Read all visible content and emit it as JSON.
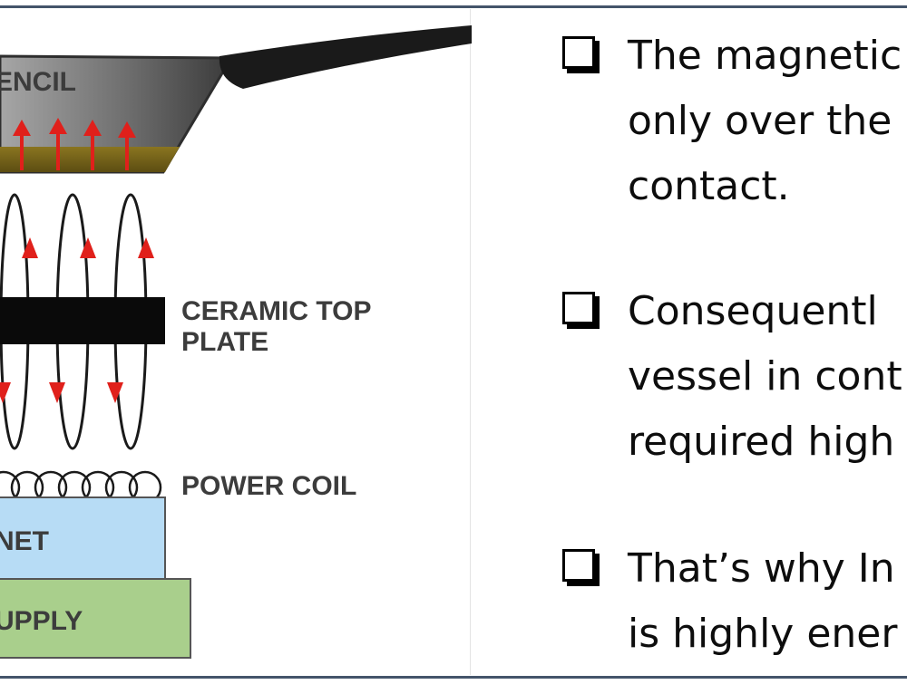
{
  "diagram": {
    "labels": {
      "vessel": "ENCIL",
      "top_plate_line1": "CERAMIC TOP",
      "top_plate_line2": "PLATE",
      "coil": "POWER COIL",
      "magnet": "NET",
      "supply": "UPPLY"
    },
    "colors": {
      "pan": "#4d4d4d",
      "food": "#6b5a19",
      "arrows": "#e0201b",
      "plate": "#0a0a0a",
      "magnet": "#b7dcf5",
      "supply": "#a9cf8c"
    }
  },
  "bullets": [
    {
      "lines": "The magnetic\nonly over the\ncontact."
    },
    {
      "lines": "Consequentl\nvessel in cont\nrequired high"
    },
    {
      "lines": "That’s why In\nis highly ener"
    }
  ]
}
